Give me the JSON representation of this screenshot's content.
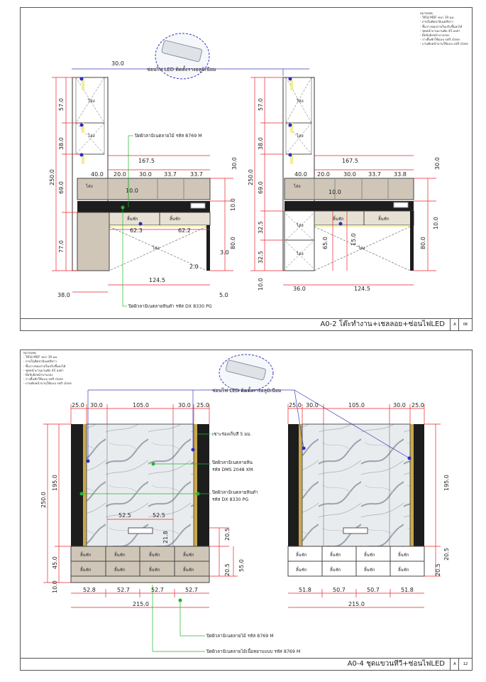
{
  "colors": {
    "dim": "#e8242b",
    "blue": "#3a3ab8",
    "green": "#1fb62c",
    "wood": "#cfc6b8",
    "black": "#1d1d1d",
    "gold": "#c9a94a",
    "yellow": "#f3ee93"
  },
  "notes_a": {
    "heading": "หมายเหตุ",
    "items": [
      "- ใช้ไม้ MDF หนา 19 มม.",
      "- ภายในติดลามิเนตสีขาว",
      "- ชิ้นวางของภายในปรับขึ้นลงได้",
      "- ชุดหน้าบานบานพับ 45 องศา",
      "- มือจับฝังหน้าบานรอง",
      "- รางลิ้นชักใช้แบบ soft close",
      "- บานพับหน้าบานใช้แบบ soft close"
    ]
  },
  "notes_b": {
    "heading": "หมายเหตุ",
    "items": [
      "- ใช้ไม้ MDF หนา 19 มม.",
      "- ภายในติดลามิเนตสีขาว",
      "- ชิ้นวางของภายในปรับขึ้นลงได้",
      "- ชุดหน้าบานบานพับ 45 องศา",
      "- มือจับฝังหน้าบานรอง",
      "- รางลิ้นชักใช้แบบ soft close",
      "- บานพับหน้าบานใช้แบบ soft close"
    ]
  },
  "sheet1": {
    "title": "A0-2  โต๊ะทำงาน+เชลลอย+ซ่อนไฟLED",
    "rev": "A",
    "page": "06",
    "led_label": "ซ่อนไฟ LED ติดตั้งรางอลูมิเนียม",
    "callout_top": "ปิดผิวลามิเนตลายไม้ รหัส 8769 M",
    "callout_bottom": "ปิดผิวลามิเนตลายหินดำ รหัส DX 8330 PG",
    "door_label": "ไล่ง",
    "drawer_label": "ลิ้นชัก",
    "left": {
      "total_height": "250.0",
      "shelf_top": "57.0",
      "shelf_mid": "38.0",
      "upper_cab": "69.0",
      "lower": "77.0",
      "top_gap": "30.0",
      "width_total": "167.5",
      "cols": [
        "40.0",
        "20.0",
        "30.0",
        "33.7",
        "33.7"
      ],
      "drawer_w1": "62.3",
      "drawer_w2": "62.2",
      "niche": "10.0",
      "right_h1": "30.0",
      "right_h2": "10.0",
      "right_h3": "80.0",
      "leg1": "3.0",
      "leg2": "2.0",
      "desk_w": "124.5",
      "base_w": "38.0",
      "base_r": "5.0"
    },
    "right": {
      "total_height": "250.0",
      "shelf_top": "57.0",
      "shelf_mid": "38.0",
      "upper_cab": "69.0",
      "side1": "32.5",
      "side2": "32.5",
      "base": "10.0",
      "width_total": "167.5",
      "cols": [
        "40.0",
        "20.0",
        "30.0",
        "33.7",
        "33.8"
      ],
      "niche": "10.0",
      "inner1": "65.0",
      "inner2": "15.0",
      "right_h1": "30.0",
      "right_h2": "10.0",
      "right_h3": "80.0",
      "bottom_l": "36.0",
      "desk_w": "124.5"
    }
  },
  "sheet2": {
    "title": "A0-4  ชุดแขวนทีวี+ซ่อนไฟLED",
    "rev": "A",
    "page": "12",
    "led_label": "ซ่อนไฟ LED ติดตั้งรางอลูมิเนียม",
    "callout_1": "เซาะร่องเก็บสี 5 มม.",
    "callout_2": "ปิดผิวลามิเนตลายหิน",
    "callout_2b": "รหัส DMS 2048 XM",
    "callout_3": "ปิดผิวลามิเนตลายหินดำ",
    "callout_3b": "รหัส DX 8330 PG",
    "callout_4": "ปิดผิวลามิเนตลายไม้ รหัส 8769 M",
    "callout_5": "ปิดผิวลามิเนตลายไม้เนื้อหยาบแบบ รหัส 8769 M",
    "drawer_label": "ลิ้นชัก",
    "left": {
      "top_dims": [
        "25.0",
        "30.0",
        "105.0",
        "30.0",
        "25.0"
      ],
      "total_height": "250.0",
      "panel_h": "195.0",
      "cab_h": "45.0",
      "base_h": "10.0",
      "tv_w1": "52.5",
      "tv_w2": "52.5",
      "tv_gap": "21.8",
      "r1": "20.5",
      "r2": "20.5",
      "r3": "55.0",
      "bottom_dims": [
        "52.8",
        "52.7",
        "52.7",
        "52.7"
      ],
      "total_w": "215.0"
    },
    "right": {
      "top_dims": [
        "25.0",
        "30.0",
        "105.0",
        "30.0",
        "25.0"
      ],
      "panel_h": "195.0",
      "r1": "20.5",
      "r2": "20.5",
      "bottom_dims": [
        "51.8",
        "50.7",
        "50.7",
        "51.8"
      ],
      "total_w": "215.0"
    }
  }
}
